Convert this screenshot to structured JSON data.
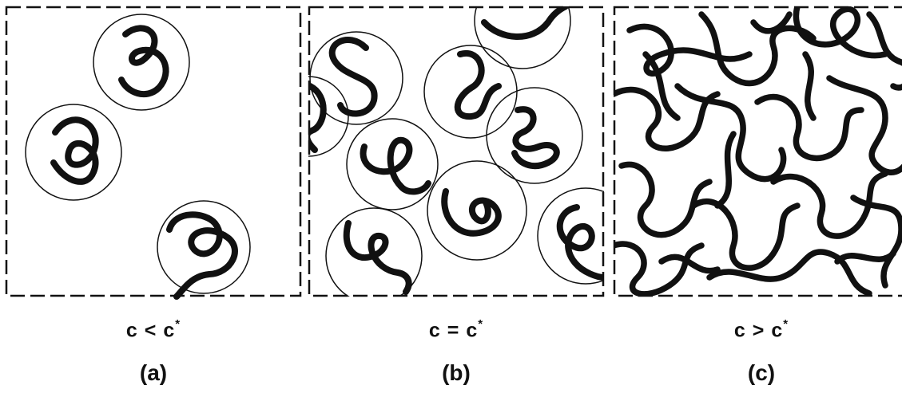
{
  "panels": [
    {
      "id": "a",
      "relation": "c < c",
      "star": "*",
      "label": "(a)"
    },
    {
      "id": "b",
      "relation": "c = c",
      "star": "*",
      "label": "(b)"
    },
    {
      "id": "c",
      "relation": "c > c",
      "star": "*",
      "label": "(c)"
    }
  ],
  "colors": {
    "ink": "#111111",
    "background": "#ffffff"
  }
}
